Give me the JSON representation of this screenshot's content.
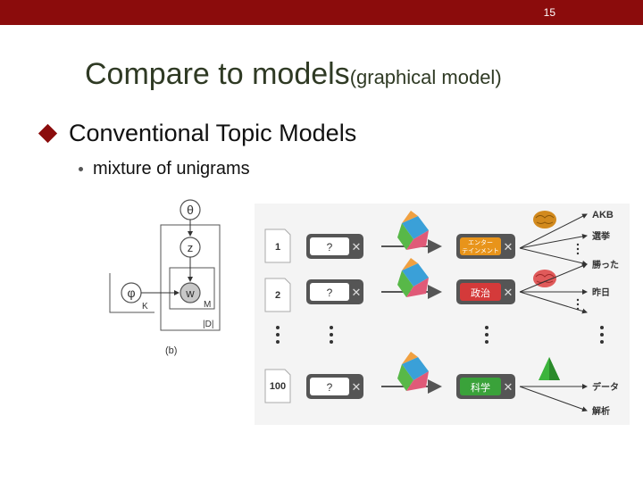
{
  "header": {
    "page_number": "15"
  },
  "title": {
    "main": "Compare to models",
    "sub": "(graphical model)"
  },
  "bullets": {
    "level1": "Conventional Topic Models",
    "level2": "mixture of unigrams"
  },
  "graphical_model": {
    "nodes": {
      "theta": "θ",
      "z": "z",
      "w": "w",
      "phi": "φ"
    },
    "plates": {
      "inner": "M",
      "outer": "|D|",
      "topics": "K"
    },
    "caption": "(b)"
  },
  "illustration": {
    "documents": [
      "1",
      "2",
      "100"
    ],
    "unknown_label": "?",
    "topics": [
      {
        "label": "エンター\nテインメント",
        "color": "#e8941a"
      },
      {
        "label": "政治",
        "color": "#d43a3a"
      },
      {
        "label": "科学",
        "color": "#3aa23a"
      }
    ],
    "words": [
      "AKB",
      "選挙",
      "勝った",
      "昨日",
      "データ",
      "解析"
    ],
    "icons": [
      "document-icon",
      "close-icon",
      "dice-icon",
      "brain-icon",
      "cone-icon"
    ]
  }
}
